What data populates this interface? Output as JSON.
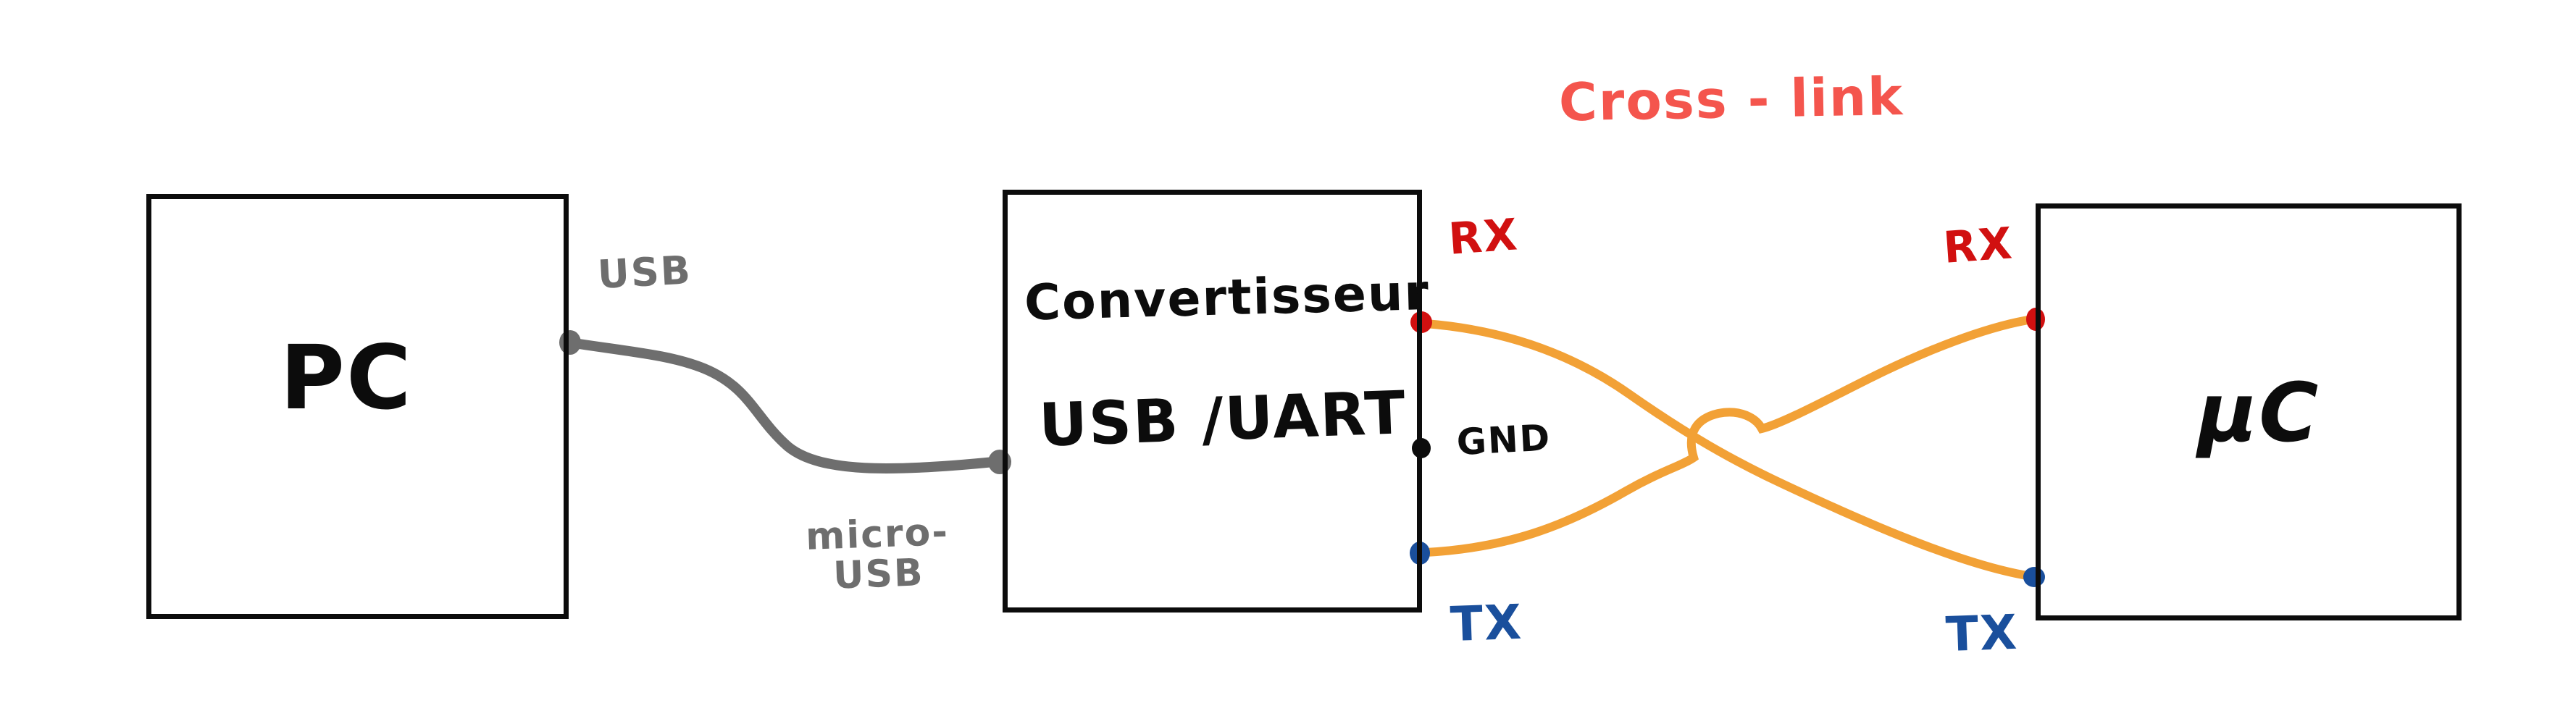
{
  "diagram_title": "Cross - link",
  "colors": {
    "black": "#0c0c0c",
    "gray": "#6e6e6e",
    "red": "#d11010",
    "blue": "#1a4f9c",
    "orange": "#f2a136",
    "coral": "#f4554d",
    "background": "#ffffff"
  },
  "boxes": {
    "pc": {
      "label": "PC"
    },
    "converter": {
      "line1": "Convertisseur",
      "line2": "USB /UART"
    },
    "mcu": {
      "label": "µC"
    }
  },
  "labels": {
    "usb": "USB",
    "micro_usb": "micro-\nUSB",
    "gnd": "GND",
    "converter_rx": "RX",
    "converter_tx": "TX",
    "mcu_rx": "RX",
    "mcu_tx": "TX"
  }
}
